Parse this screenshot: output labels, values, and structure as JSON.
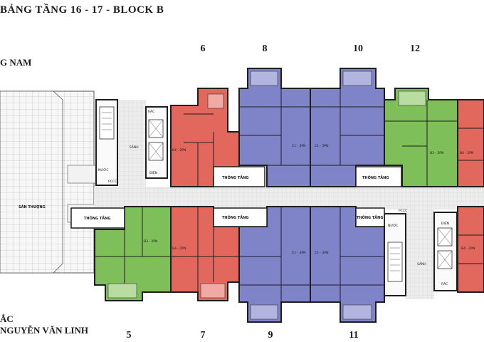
{
  "title": "BẢNG TẦNG 16 - 17 - BLOCK B",
  "side_labels": {
    "top": "G NAM",
    "bottom_line1": "ẮC",
    "bottom_line2": "NGUYỄN VĂN LINH"
  },
  "top_numbers": [
    "6",
    "8",
    "10",
    "12"
  ],
  "bottom_numbers": [
    "5",
    "7",
    "9",
    "11"
  ],
  "units": {
    "b4": "B4 - 2PN",
    "b3": "B3 - 2PN",
    "c1": "C1 - 3PN"
  },
  "spaces": {
    "san_thuong": "SÂN THƯỢNG",
    "thong_tang": "THÔNG TẦNG",
    "sanh": "SẢNH",
    "rac": "RÁC",
    "dien": "ĐIỆN",
    "nuoc": "NƯỚC",
    "pccc": "PCCC"
  },
  "colors": {
    "red": "#e2675d",
    "green": "#7fbf5a",
    "purple": "#7f84c9",
    "corridor": "#e6e6e6",
    "wall": "#1e1e1e"
  }
}
